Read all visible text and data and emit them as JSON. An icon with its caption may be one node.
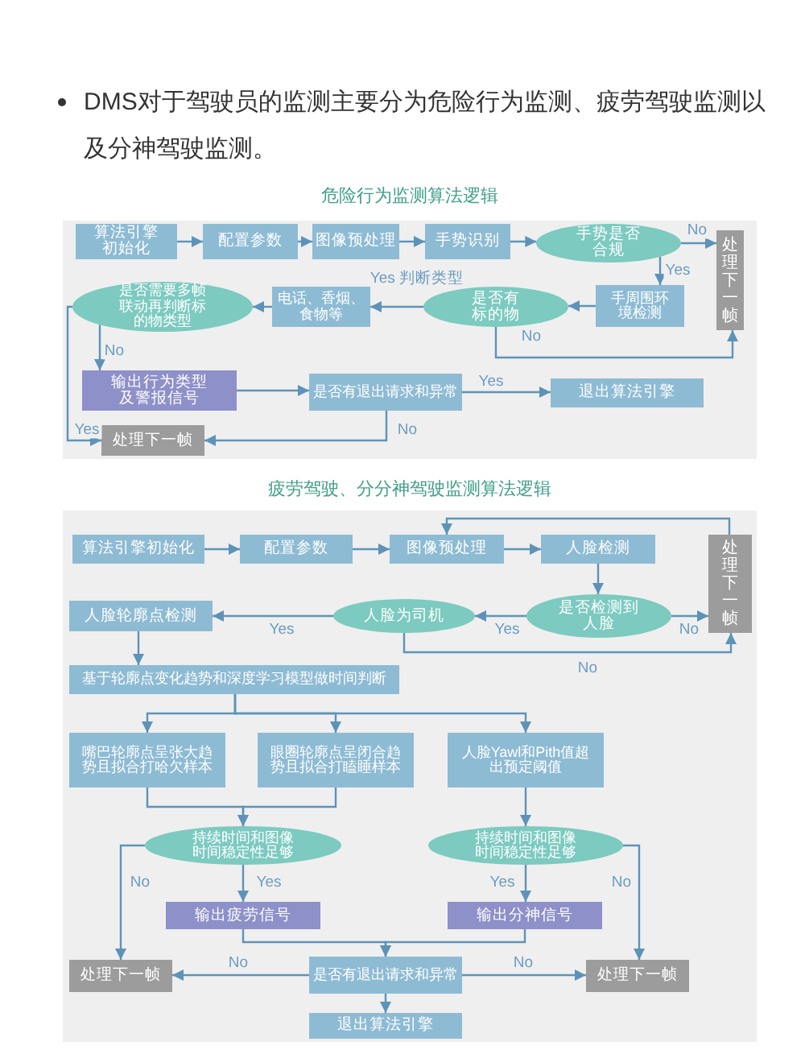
{
  "diagram": {
    "nodes": [
      {
        "text": [
          "危险行为监测算法逻辑"
        ]
      },
      {
        "text": [
          "算法引擎初始化"
        ],
        "in": 0
      },
      {
        "text": [
          "配置参数"
        ],
        "in": 0
      },
      {
        "text": [
          "图像预处理"
        ],
        "in": 0
      },
      {
        "text": [
          "手势识别"
        ],
        "in": 0
      },
      {
        "text": [
          "手势是否合规"
        ],
        "in": 0
      },
      {
        "text": [
          "处理下一帧"
        ],
        "in": 0
      },
      {
        "text": [
          "是否需要多帧联动再判断标的物类型"
        ],
        "in": 0
      },
      {
        "text": [
          "电话、香烟、食物等"
        ],
        "in": 0
      },
      {
        "text": [
          "是否有标的物"
        ],
        "in": 0
      },
      {
        "text": [
          "手周围环境检测"
        ],
        "in": 0
      },
      {
        "text": [
          "输出行为类型及警报信号"
        ],
        "in": 0
      },
      {
        "text": [
          "是否有退出请求和异常"
        ],
        "in": 0
      },
      {
        "text": [
          "退出算法引擎"
        ],
        "in": 0
      },
      {
        "text": [
          "处理下一帧"
        ],
        "in": 0
      },
      {
        "text": [
          "疲劳驾驶、分分神驾驶监测算法逻辑"
        ]
      },
      {
        "text": [
          "算法引擎初始化"
        ],
        "in": 15
      },
      {
        "text": [
          "配置参数"
        ],
        "in": 15
      },
      {
        "text": [
          "图像预处理"
        ],
        "in": 15
      },
      {
        "text": [
          "人脸检测"
        ],
        "in": 15
      },
      {
        "text": [
          "处理下一帧"
        ],
        "in": 15
      },
      {
        "text": [
          "人脸轮廓点检测"
        ],
        "in": 15
      },
      {
        "text": [
          "人脸为司机"
        ],
        "in": 15
      },
      {
        "text": [
          "是否检测到人脸"
        ],
        "in": 15
      },
      {
        "text": [
          "基于轮廓点变化趋势和深度学习模型做时间判断"
        ],
        "in": 15
      },
      {
        "text": [
          "嘴巴轮廓点呈张大趋势且拟合打哈欠样本"
        ],
        "in": 15
      },
      {
        "text": [
          "眼圈轮廓点呈闭合趋势且拟合打瞌睡样本"
        ],
        "in": 15
      },
      {
        "text": [
          "人脸Yawl和Pith值超出预定阈值"
        ],
        "in": 15
      },
      {
        "text": [
          "持续时间和图像时间稳定性足够"
        ],
        "in": 15
      },
      {
        "text": [
          "持续时间和图像时间稳定性足够"
        ],
        "in": 15
      },
      {
        "text": [
          "输出疲劳信号"
        ],
        "in": 15
      },
      {
        "text": [
          "输出分神信号"
        ],
        "in": 15
      },
      {
        "text": [
          "处理下一帧"
        ],
        "in": 15
      },
      {
        "text": [
          "是否有退出请求和异常"
        ],
        "in": 15
      },
      {
        "text": [
          "处理下一帧"
        ],
        "in": 15
      },
      {
        "text": [
          "退出算法引擎"
        ],
        "in": 15
      }
    ],
    "edges": [
      {
        "from": 1,
        "to": 2,
        "arrow": "to"
      },
      {
        "from": 2,
        "to": 3,
        "arrow": "to"
      },
      {
        "from": 3,
        "to": 4,
        "arrow": "to"
      },
      {
        "from": 4,
        "to": 5,
        "arrow": "to"
      },
      {
        "from": 5,
        "to": 6,
        "arrow": "to",
        "label": "No"
      },
      {
        "from": 5,
        "to": 10,
        "arrow": "to",
        "label": "Yes"
      },
      {
        "from": 10,
        "to": 9,
        "arrow": "to"
      },
      {
        "from": 9,
        "to": 8,
        "arrow": "to",
        "label": "Yes 判断类型"
      },
      {
        "from": 9,
        "to": 6,
        "arrow": "to",
        "label": "No"
      },
      {
        "from": 8,
        "to": 7,
        "arrow": "to"
      },
      {
        "from": 7,
        "to": 11,
        "arrow": "to",
        "label": "No"
      },
      {
        "from": 7,
        "to": 14,
        "arrow": "to",
        "label": "Yes"
      },
      {
        "from": 11,
        "to": 12,
        "arrow": "to"
      },
      {
        "from": 12,
        "to": 13,
        "arrow": "to",
        "label": "Yes"
      },
      {
        "from": 12,
        "to": 14,
        "arrow": "to",
        "label": "No"
      },
      {
        "from": 16,
        "to": 17,
        "arrow": "to"
      },
      {
        "from": 17,
        "to": 18,
        "arrow": "to"
      },
      {
        "from": 18,
        "to": 19,
        "arrow": "to"
      },
      {
        "from": 19,
        "to": 23,
        "arrow": "to"
      },
      {
        "from": 23,
        "to": 22,
        "arrow": "to",
        "label": "Yes"
      },
      {
        "from": 23,
        "to": 20,
        "arrow": "to",
        "label": "No"
      },
      {
        "from": 22,
        "to": 21,
        "arrow": "to",
        "label": "Yes"
      },
      {
        "from": 22,
        "to": 20,
        "arrow": "to",
        "label": "No"
      },
      {
        "from": 21,
        "to": 24,
        "arrow": "to"
      },
      {
        "from": 24,
        "to": 25,
        "arrow": "to"
      },
      {
        "from": 24,
        "to": 26,
        "arrow": "to"
      },
      {
        "from": 24,
        "to": 27,
        "arrow": "to"
      },
      {
        "from": 25,
        "to": 28,
        "arrow": "to"
      },
      {
        "from": 26,
        "to": 28,
        "arrow": "to"
      },
      {
        "from": 27,
        "to": 29,
        "arrow": "to"
      },
      {
        "from": 28,
        "to": 30,
        "arrow": "to",
        "label": "Yes"
      },
      {
        "from": 28,
        "to": 32,
        "arrow": "to",
        "label": "No"
      },
      {
        "from": 29,
        "to": 31,
        "arrow": "to",
        "label": "Yes"
      },
      {
        "from": 29,
        "to": 34,
        "arrow": "to",
        "label": "No"
      },
      {
        "from": 30,
        "to": 33,
        "arrow": "to"
      },
      {
        "from": 31,
        "to": 33,
        "arrow": "to"
      },
      {
        "from": 33,
        "to": 32,
        "arrow": "to",
        "label": "No"
      },
      {
        "from": 33,
        "to": 34,
        "arrow": "to",
        "label": "No"
      },
      {
        "from": 33,
        "to": 35,
        "arrow": "to"
      },
      {
        "from": 20,
        "to": 18,
        "arrow": "to"
      }
    ],
    "labels": [
      "DMS对于驾驶员的监测主要分为危险行为监测、疲劳驾驶监测以及分神驾驶监测。"
    ]
  }
}
